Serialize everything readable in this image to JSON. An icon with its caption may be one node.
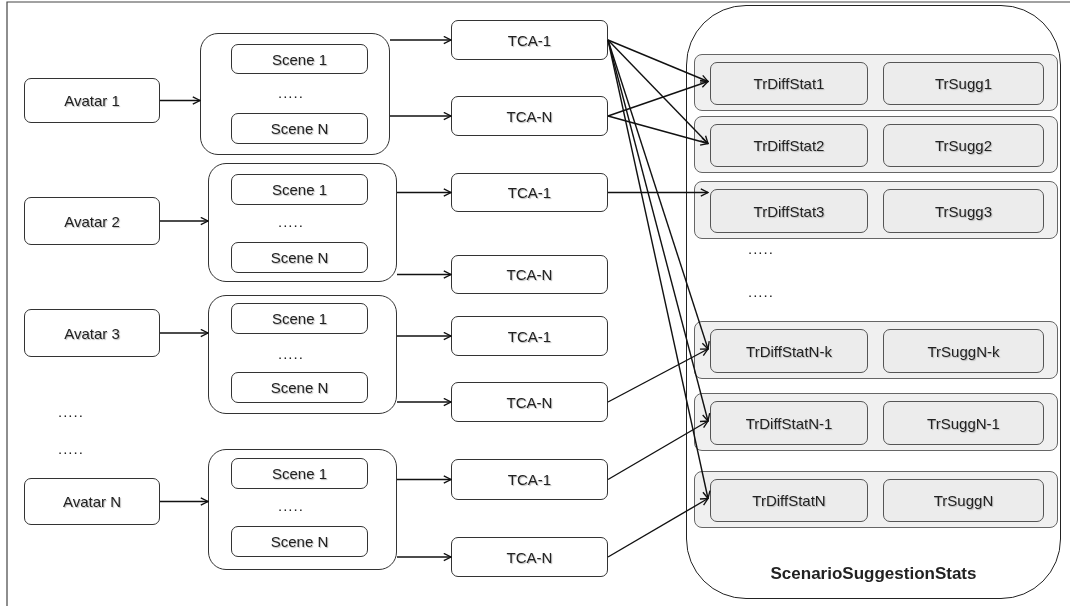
{
  "diagram": {
    "nodes": [
      {
        "text": [
          "Avatar 1"
        ]
      },
      {
        "text": [],
        "shape": "box"
      },
      {
        "text": [
          "Scene 1"
        ],
        "in": 1
      },
      {
        "text": [
          "Scene N"
        ],
        "in": 1
      },
      {
        "text": [
          "TCA-1"
        ]
      },
      {
        "text": [
          "TCA-N"
        ]
      },
      {
        "text": [
          "Avatar 2"
        ]
      },
      {
        "text": [],
        "shape": "box"
      },
      {
        "text": [
          "Scene 1"
        ],
        "in": 7
      },
      {
        "text": [
          "Scene N"
        ],
        "in": 7
      },
      {
        "text": [
          "TCA-1"
        ]
      },
      {
        "text": [
          "TCA-N"
        ]
      },
      {
        "text": [
          "Avatar 3"
        ]
      },
      {
        "text": [],
        "shape": "box"
      },
      {
        "text": [
          "Scene 1"
        ],
        "in": 13
      },
      {
        "text": [
          "Scene N"
        ],
        "in": 13
      },
      {
        "text": [
          "TCA-1"
        ]
      },
      {
        "text": [
          "TCA-N"
        ]
      },
      {
        "text": [
          "Avatar N"
        ]
      },
      {
        "text": [],
        "shape": "box"
      },
      {
        "text": [
          "Scene 1"
        ],
        "in": 19
      },
      {
        "text": [
          "Scene N"
        ],
        "in": 19
      },
      {
        "text": [
          "TCA-1"
        ]
      },
      {
        "text": [
          "TCA-N"
        ]
      },
      {
        "text": [
          "ScenarioSuggestionStats"
        ]
      },
      {
        "text": [],
        "shape": "box",
        "in": 24
      },
      {
        "text": [
          "TrDiffStat1"
        ],
        "in": 25
      },
      {
        "text": [
          "TrSugg1"
        ],
        "in": 25
      },
      {
        "text": [],
        "shape": "box",
        "in": 24
      },
      {
        "text": [
          "TrDiffStat2"
        ],
        "in": 28
      },
      {
        "text": [
          "TrSugg2"
        ],
        "in": 28
      },
      {
        "text": [],
        "shape": "box",
        "in": 24
      },
      {
        "text": [
          "TrDiffStat3"
        ],
        "in": 31
      },
      {
        "text": [
          "TrSugg3"
        ],
        "in": 31
      },
      {
        "text": [],
        "shape": "box",
        "in": 24
      },
      {
        "text": [
          "TrDiffStatN-k"
        ],
        "in": 34
      },
      {
        "text": [
          "TrSuggN-k"
        ],
        "in": 34
      },
      {
        "text": [],
        "shape": "box",
        "in": 24
      },
      {
        "text": [
          "TrDiffStatN-1"
        ],
        "in": 37
      },
      {
        "text": [
          "TrSuggN-1"
        ],
        "in": 37
      },
      {
        "text": [],
        "shape": "box",
        "in": 24
      },
      {
        "text": [
          "TrDiffStatN"
        ],
        "in": 40
      },
      {
        "text": [
          "TrSuggN"
        ],
        "in": 40
      }
    ],
    "edges": [
      {
        "from": 0,
        "to": 1,
        "arrow": "to"
      },
      {
        "from": 1,
        "to": 4,
        "arrow": "to"
      },
      {
        "from": 1,
        "to": 5,
        "arrow": "to"
      },
      {
        "from": 6,
        "to": 7,
        "arrow": "to"
      },
      {
        "from": 7,
        "to": 10,
        "arrow": "to"
      },
      {
        "from": 7,
        "to": 11,
        "arrow": "to"
      },
      {
        "from": 12,
        "to": 13,
        "arrow": "to"
      },
      {
        "from": 13,
        "to": 16,
        "arrow": "to"
      },
      {
        "from": 13,
        "to": 17,
        "arrow": "to"
      },
      {
        "from": 18,
        "to": 19,
        "arrow": "to"
      },
      {
        "from": 19,
        "to": 22,
        "arrow": "to"
      },
      {
        "from": 19,
        "to": 23,
        "arrow": "to"
      },
      {
        "from": 4,
        "to": 26,
        "arrow": "to"
      },
      {
        "from": 4,
        "to": 29,
        "arrow": "to"
      },
      {
        "from": 4,
        "to": 35,
        "arrow": "to"
      },
      {
        "from": 4,
        "to": 38,
        "arrow": "to"
      },
      {
        "from": 4,
        "to": 41,
        "arrow": "to"
      },
      {
        "from": 5,
        "to": 26,
        "arrow": "to"
      },
      {
        "from": 5,
        "to": 29,
        "arrow": "to"
      },
      {
        "from": 10,
        "to": 32,
        "arrow": "to"
      },
      {
        "from": 17,
        "to": 35,
        "arrow": "to"
      },
      {
        "from": 22,
        "to": 38,
        "arrow": "to"
      },
      {
        "from": 23,
        "to": 41,
        "arrow": "to"
      }
    ],
    "labels": [
      ".....",
      ".....",
      ".....",
      ".....",
      ".....",
      ".....",
      ".....",
      "....."
    ]
  }
}
